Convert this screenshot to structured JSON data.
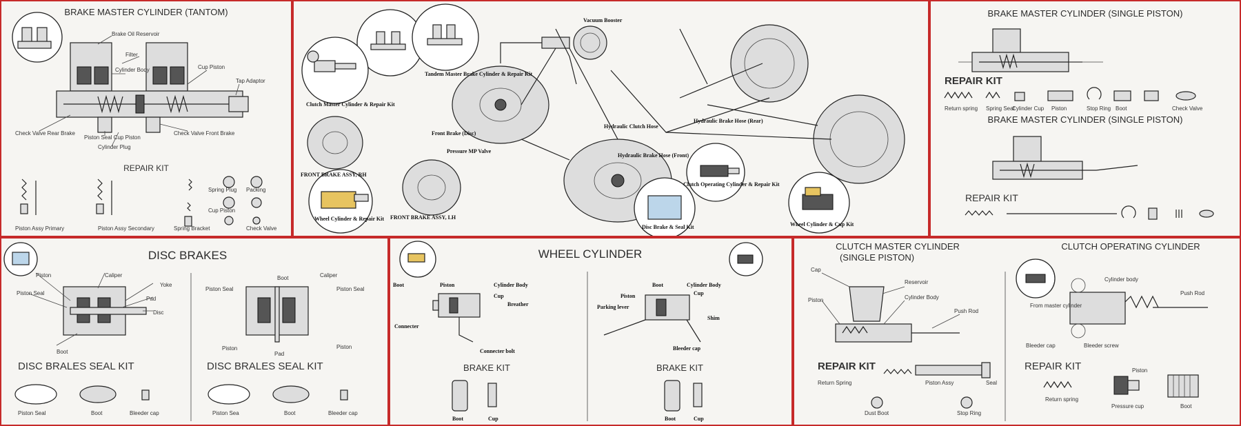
{
  "panel_brake_tandem": {
    "title": "BRAKE MASTER CYLINDER (TANTOM)",
    "repair_kit": "REPAIR KIT",
    "callouts": [
      "Brake Oil Reservoir",
      "Filter",
      "Cylinder Body",
      "Cup Piston",
      "Tap Adaptor",
      "Check Valve Rear Brake",
      "Piston Seal Cup Piston",
      "Cylinder Plug",
      "Check Valve Front Brake"
    ],
    "kit_labels": [
      "Piston Assy Primary",
      "Piston Assy Secondary",
      "Spring Bracket",
      "Spring Plug",
      "Cup Piston",
      "Packing",
      "Check Valve"
    ]
  },
  "panel_overview": {
    "labels": [
      "Vacuum Booster",
      "Tandem Master Brake Cylinder & Repair Kit",
      "Clutch Master Cylinder & Repair Kit",
      "Front Brake (Disc)",
      "Pressure MP Valve",
      "Hydraulic Clutch Hose",
      "Hydraulic Brake Hose (Rear)",
      "FRONT BRAKE ASSY, RH",
      "Hydraulic Brake Hose (Front)",
      "Clutch Operating Cylinder & Repair Kit",
      "Wheel Cylinder & Repair Kit",
      "FRONT BRAKE ASSY, LH",
      "Disc Brake & Seal Kit",
      "Wheel Cylinder & Cup Kit"
    ]
  },
  "panel_brake_single": {
    "title1": "BRAKE MASTER CYLINDER (SINGLE PISTON)",
    "repair_kit1": "REPAIR KIT",
    "title2": "BRAKE MASTER CYLINDER (SINGLE PISTON)",
    "repair_kit2": "REPAIR KIT",
    "kit_labels": [
      "Return spring",
      "Spring Seat",
      "Cylinder Cup",
      "Piston",
      "Stop Ring",
      "Boot",
      "Check Valve"
    ]
  },
  "panel_disc": {
    "title": "DISC BRAKES",
    "left_labels": [
      "Piston",
      "Caliper",
      "Yoke",
      "Piston Seal",
      "Pad",
      "Disc",
      "Boot"
    ],
    "right_labels": [
      "Piston Seal",
      "Boot",
      "Caliper",
      "Piston Seal",
      "Piston",
      "Pad",
      "Piston"
    ],
    "seal_kit_left": "DISC BRALES SEAL KIT",
    "seal_kit_right": "DISC BRALES SEAL KIT",
    "kit_left": [
      "Piston Seal",
      "Boot",
      "Bleeder cap"
    ],
    "kit_right": [
      "Piston Sea",
      "Boot",
      "Bleeder cap"
    ]
  },
  "panel_wheel": {
    "title": "WHEEL CYLINDER",
    "left_labels": [
      "Boot",
      "Piston",
      "Cylinder Body",
      "Cup",
      "Breather",
      "Connecter",
      "Connecter bolt"
    ],
    "right_labels": [
      "Boot",
      "Cylinder Body",
      "Piston",
      "Cup",
      "Parking lever",
      "Shim",
      "Bleeder cap"
    ],
    "brake_kit_left": "BRAKE KIT",
    "brake_kit_right": "BRAKE KIT",
    "kit_left": [
      "Boot",
      "Cup"
    ],
    "kit_right": [
      "Boot",
      "Cup"
    ]
  },
  "panel_clutch": {
    "title_master_line1": "CLUTCH MASTER CYLINDER",
    "title_master_line2": "(SINGLE PISTON)",
    "title_operating": "CLUTCH OPERATING CYLINDER",
    "repair_kit_left": "REPAIR KIT",
    "repair_kit_right": "REPAIR KIT",
    "left_labels": [
      "Cap",
      "Reservoir",
      "Push Rod",
      "Cylinder Body",
      "Piston",
      "Return Spring",
      "Piston Assy",
      "Dust Boot",
      "Stop Ring",
      "Seal"
    ],
    "right_labels": [
      "Cylinder body",
      "Push Rod",
      "From master cylinder",
      "Bleeder cap",
      "Bleeder screw",
      "Piston",
      "Return spring",
      "Pressure cup",
      "Boot"
    ]
  }
}
